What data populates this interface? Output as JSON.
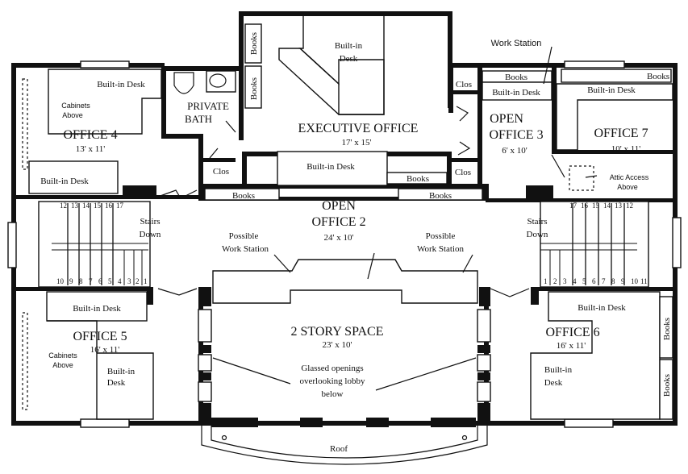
{
  "rooms": {
    "executive": {
      "name": "EXECUTIVE OFFICE",
      "size": "17' x 15'"
    },
    "office4": {
      "name": "OFFICE 4",
      "size": "13' x 11'"
    },
    "office5": {
      "name": "OFFICE 5",
      "size": "16' x 11'"
    },
    "office6": {
      "name": "OFFICE 6",
      "size": "16' x 11'"
    },
    "office7": {
      "name": "OFFICE 7",
      "size": "10' x 11'"
    },
    "open_office_2": {
      "name_line1": "OPEN",
      "name_line2": "OFFICE 2",
      "size": "24' x 10'"
    },
    "open_office_3": {
      "name_line1": "OPEN",
      "name_line2": "OFFICE 3",
      "size": "6' x 10'"
    },
    "private_bath": {
      "line1": "PRIVATE",
      "line2": "BATH"
    },
    "two_story": {
      "name": "2 STORY SPACE",
      "size": "23' x 10'"
    }
  },
  "labels": {
    "built_in_desk": "Built-in Desk",
    "built_in": "Built-in",
    "desk": "Desk",
    "books": "Books",
    "clos": "Clos",
    "work_station": "Work Station",
    "possible": "Possible",
    "work_station_2": "Work Station",
    "stairs": "Stairs",
    "down": "Down",
    "cabinets": "Cabinets",
    "above": "Above",
    "attic_access": "Attic Access",
    "attic_above": "Above",
    "glassed_1": "Glassed openings",
    "glassed_2": "overlooking lobby",
    "glassed_3": "below",
    "roof": "Roof"
  },
  "stair_numbers": {
    "left_top": [
      "12",
      "13",
      "14",
      "15",
      "16",
      "17"
    ],
    "left_bottom": [
      "10",
      "9",
      "8",
      "7",
      "6",
      "5",
      "4",
      "3",
      "2",
      "1"
    ],
    "right_top": [
      "17",
      "16",
      "15",
      "14",
      "13",
      "12"
    ],
    "right_bottom": [
      "1",
      "2",
      "3",
      "4",
      "5",
      "6",
      "7",
      "8",
      "9",
      "10",
      "11"
    ]
  }
}
